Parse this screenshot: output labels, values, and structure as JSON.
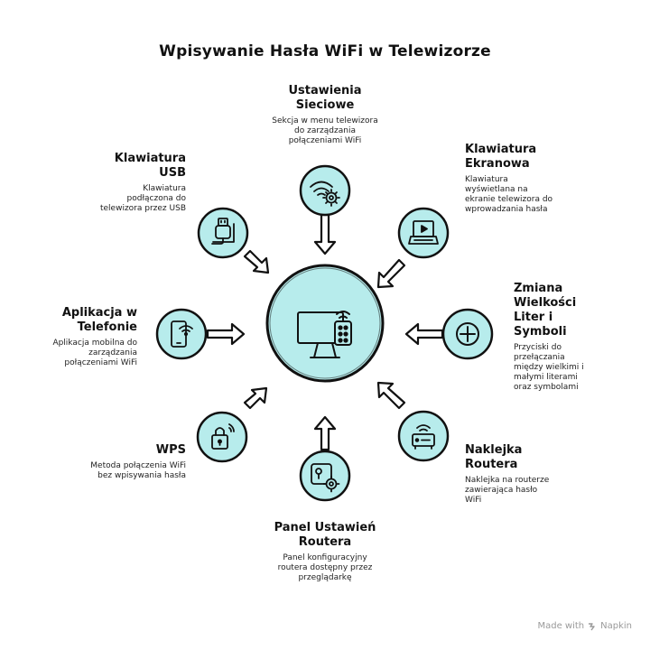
{
  "title": "Wpisywanie Hasła WiFi w Telewizorze",
  "center": {
    "icon": "smart-tv-icon"
  },
  "nodes": [
    {
      "id": "ustawienia",
      "title": "Ustawienia Sieciowe",
      "desc": "Sekcja w menu telewizora do zarządzania połączeniami WiFi",
      "icon": "wifi-gear-icon"
    },
    {
      "id": "klawiatura-ekranowa",
      "title": "Klawiatura Ekranowa",
      "desc": "Klawiatura wyświetlana na ekranie telewizora do wprowadzania hasła",
      "icon": "laptop-screen-icon"
    },
    {
      "id": "zmiana",
      "title": "Zmiana Wielkości Liter i Symboli",
      "desc": "Przyciski do przełączania między wielkimi i małymi literami oraz symbolami",
      "icon": "plus-circle-icon"
    },
    {
      "id": "naklejka",
      "title": "Naklejka Routera",
      "desc": "Naklejka na routerze zawierająca hasło WiFi",
      "icon": "router-icon"
    },
    {
      "id": "panel",
      "title": "Panel Ustawień Routera",
      "desc": "Panel konfiguracyjny routera dostępny przez przeglądarkę",
      "icon": "router-settings-icon"
    },
    {
      "id": "wps",
      "title": "WPS",
      "desc": "Metoda połączenia WiFi bez wpisywania hasła",
      "icon": "wifi-lock-icon"
    },
    {
      "id": "aplikacja",
      "title": "Aplikacja w Telefonie",
      "desc": "Aplikacja mobilna do zarządzania połączeniami WiFi",
      "icon": "phone-wifi-icon"
    },
    {
      "id": "usb",
      "title": "Klawiatura USB",
      "desc": "Klawiatura podłączona do telewizora przez USB",
      "icon": "usb-plug-icon"
    }
  ],
  "colors": {
    "fill": "#b7ecec",
    "stroke": "#111111",
    "text": "#111111",
    "muted": "#9a9a9a"
  },
  "footer": {
    "made_with": "Made with",
    "brand": "Napkin"
  }
}
